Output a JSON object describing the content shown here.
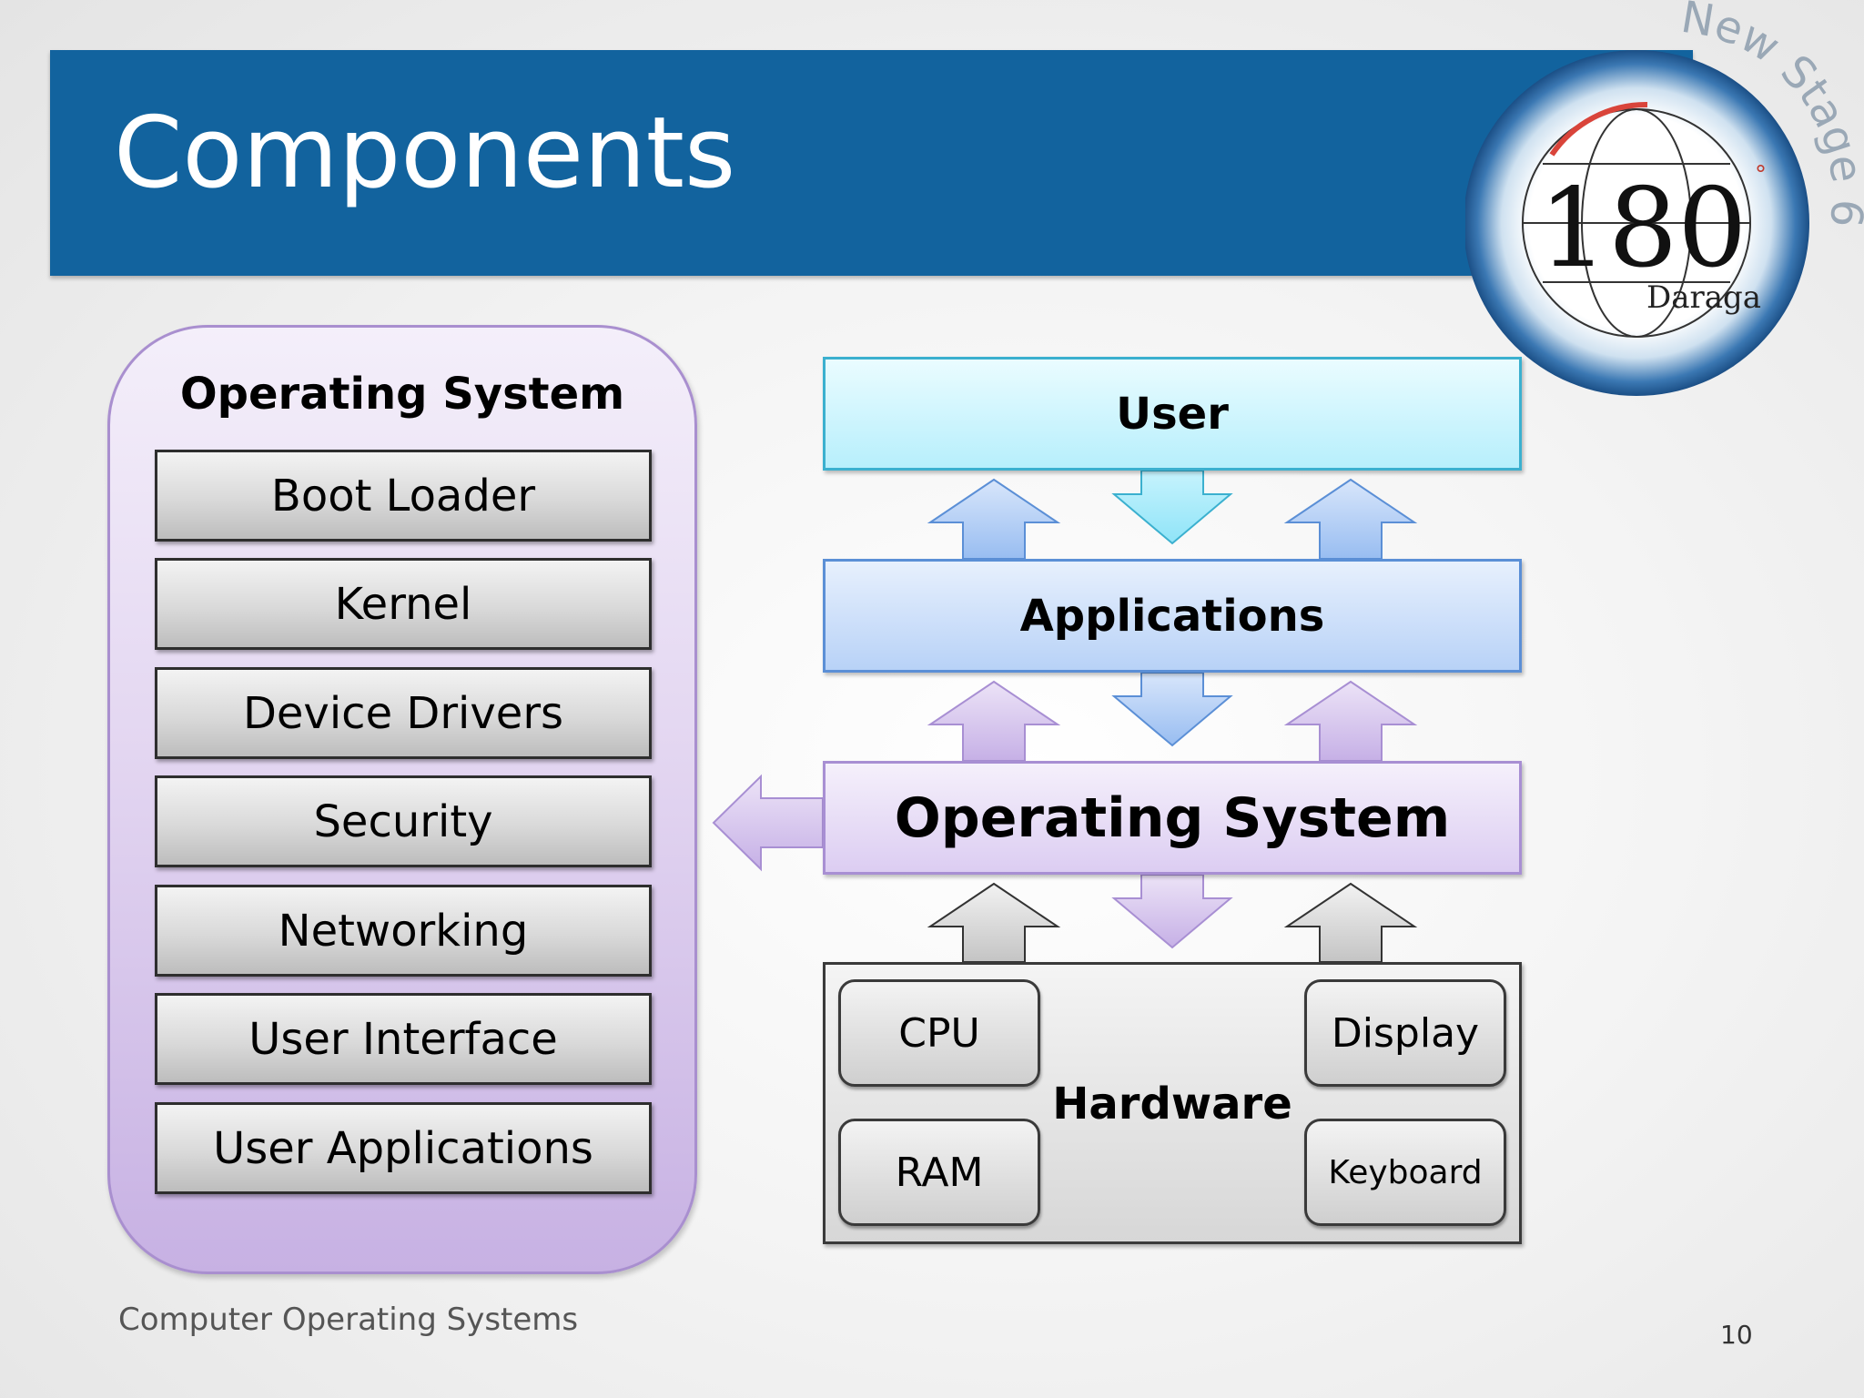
{
  "title": "Components",
  "logo": {
    "number": "180",
    "degree": "°",
    "place": "Daraga",
    "arc_text": "New Stage 6"
  },
  "os_panel": {
    "title": "Operating System",
    "items": [
      "Boot Loader",
      "Kernel",
      "Device Drivers",
      "Security",
      "Networking",
      "User Interface",
      "User Applications"
    ]
  },
  "layers": {
    "user": "User",
    "applications": "Applications",
    "operating_system": "Operating System",
    "hardware": {
      "label": "Hardware",
      "components": [
        "CPU",
        "Display",
        "RAM",
        "Keyboard"
      ]
    }
  },
  "footer": "Computer Operating Systems",
  "page_number": "10",
  "colors": {
    "title_bar": "#12639e",
    "user_layer": "#b7effc",
    "applications_layer": "#b8d2f7",
    "os_layer": "#dccdf2",
    "hardware_layer": "#d7d7d7",
    "os_panel": "#c7b1e3"
  }
}
